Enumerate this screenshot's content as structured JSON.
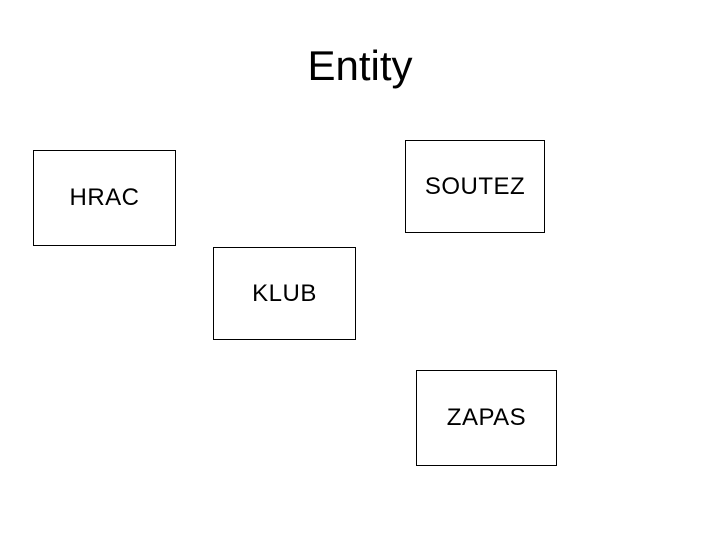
{
  "title": "Entity",
  "entities": [
    {
      "label": "HRAC"
    },
    {
      "label": "SOUTEZ"
    },
    {
      "label": "KLUB"
    },
    {
      "label": "ZAPAS"
    }
  ],
  "colors": {
    "background": "#ffffff",
    "box_border": "#000000",
    "text": "#000000"
  }
}
